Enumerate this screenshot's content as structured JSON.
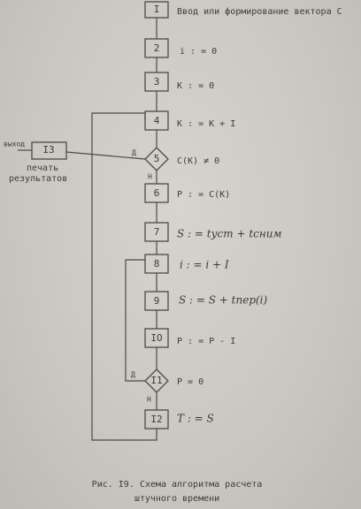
{
  "blocks": [
    {
      "num": "I",
      "text": "Ввод или формирование вектора С"
    },
    {
      "num": "2",
      "text": "i : = 0"
    },
    {
      "num": "3",
      "text": "K  : = 0"
    },
    {
      "num": "4",
      "text": "K : = K + I"
    },
    {
      "num": "5",
      "text": "C(K) ≠ 0"
    },
    {
      "num": "6",
      "text": "P : = C(K)"
    },
    {
      "num": "7",
      "text": "S : = tуст + tсним"
    },
    {
      "num": "8",
      "text": "i : = i + I"
    },
    {
      "num": "9",
      "text": "S : = S + tпер(i)"
    },
    {
      "num": "IO",
      "text": "P : = P - I"
    },
    {
      "num": "I1",
      "text": "P = 0"
    },
    {
      "num": "I2",
      "text": "T : = S"
    },
    {
      "num": "I3",
      "text": "печать"
    }
  ],
  "print_block_text2": "результатов",
  "exit_label": "выход",
  "branch_labels": {
    "yes5": "Д",
    "no5": "Н",
    "yes11": "Д",
    "no11": "Н"
  },
  "caption": {
    "line1": "Рис. I9. Схема алгоритма расчета",
    "line2": "штучного времени"
  }
}
